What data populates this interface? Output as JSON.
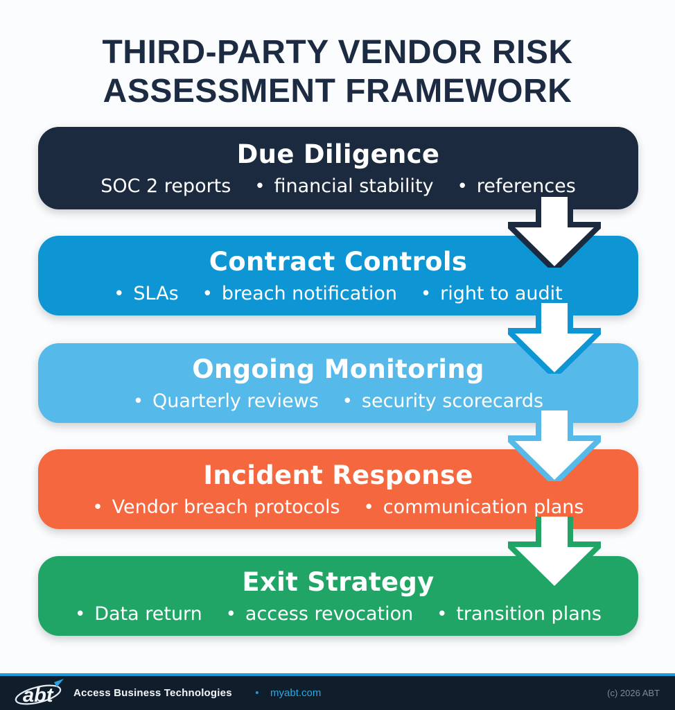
{
  "header": {
    "title_lines": [
      "THIRD-PARTY VENDOR RISK",
      "ASSESSMENT FRAMEWORK"
    ],
    "title_color": "#1c2b41"
  },
  "bullet_glyph": "•",
  "stages": [
    {
      "title": "Due Diligence",
      "items": [
        "SOC 2 reports",
        "financial stability",
        "references"
      ],
      "color": "#1b2a3e"
    },
    {
      "title": "Contract Controls",
      "items": [
        "SLAs",
        "breach notification",
        "right to audit"
      ],
      "color": "#0e96d4"
    },
    {
      "title": "Ongoing Monitoring",
      "items": [
        "Quarterly reviews",
        "security scorecards"
      ],
      "color": "#55b9e9"
    },
    {
      "title": "Incident Response",
      "items": [
        "Vendor breach protocols",
        "communication plans"
      ],
      "color": "#f4673f"
    },
    {
      "title": "Exit Strategy",
      "items": [
        "Data return",
        "access revocation",
        "transition plans"
      ],
      "color": "#20a567"
    }
  ],
  "arrows": [
    {
      "direction": "down",
      "fill": "#ffffff",
      "outline_color": "#1b2a3e"
    },
    {
      "direction": "down",
      "fill": "#ffffff",
      "outline_color": "#0e96d4"
    },
    {
      "direction": "down",
      "fill": "#ffffff",
      "outline_color": "#55b9e9"
    },
    {
      "direction": "down",
      "fill": "#ffffff",
      "outline_color": "#20a567"
    }
  ],
  "footer": {
    "logo_text": "abt",
    "company": "Access Business Technologies",
    "separator": "•",
    "website": "myabt.com",
    "copyright": "(c) 2026 ABT",
    "accent_color": "#1e9ad6",
    "background_color": "#101e2b"
  }
}
